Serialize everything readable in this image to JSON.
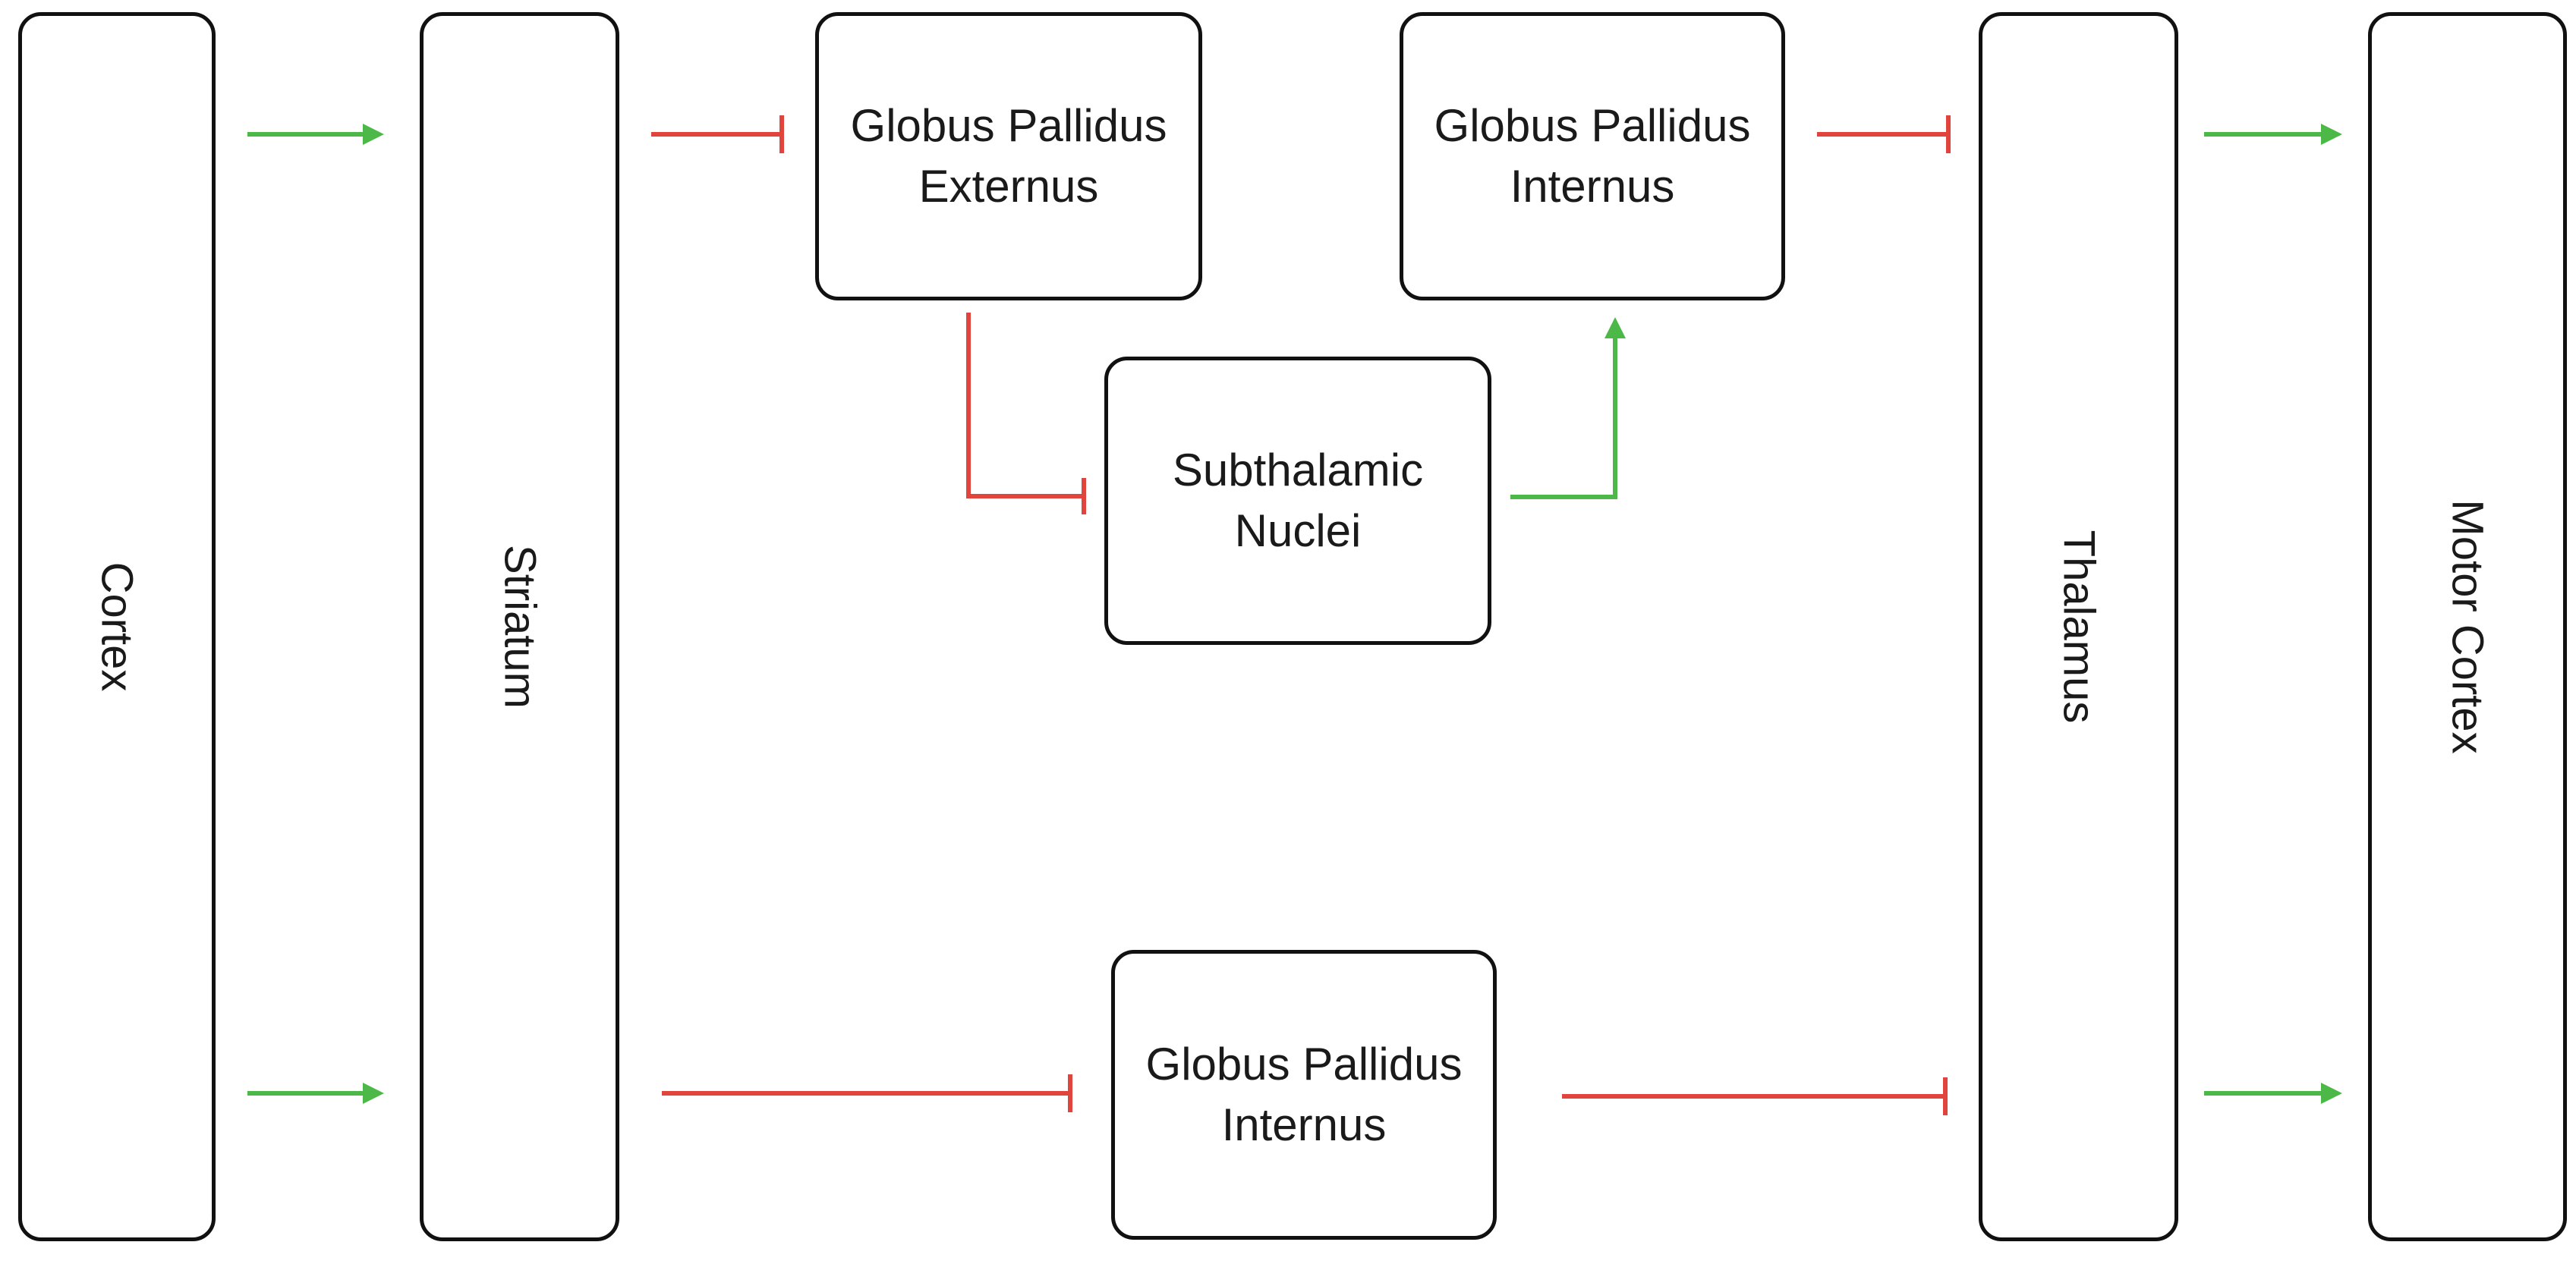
{
  "colors": {
    "excitatory": "#4cb848",
    "inhibitory": "#e0443c",
    "box_border": "#111111"
  },
  "nodes": {
    "cortex": "Cortex",
    "striatum": "Striatum",
    "gpe": {
      "line1": "Globus Pallidus",
      "line2": "Externus"
    },
    "gpi_top": {
      "line1": "Globus Pallidus",
      "line2": "Internus"
    },
    "stn": {
      "line1": "Subthalamic",
      "line2": "Nuclei"
    },
    "gpi_bottom": {
      "line1": "Globus Pallidus",
      "line2": "Internus"
    },
    "thalamus": "Thalamus",
    "motor_cortex": "Motor Cortex"
  },
  "connections": [
    {
      "from": "cortex",
      "to": "striatum",
      "pathway": "indirect",
      "type": "excitatory"
    },
    {
      "from": "striatum",
      "to": "gpe",
      "pathway": "indirect",
      "type": "inhibitory"
    },
    {
      "from": "gpe",
      "to": "stn",
      "pathway": "indirect",
      "type": "inhibitory"
    },
    {
      "from": "stn",
      "to": "gpi_top",
      "pathway": "indirect",
      "type": "excitatory"
    },
    {
      "from": "gpi_top",
      "to": "thalamus",
      "pathway": "indirect",
      "type": "inhibitory"
    },
    {
      "from": "thalamus",
      "to": "motor_cortex",
      "pathway": "indirect",
      "type": "excitatory"
    },
    {
      "from": "cortex",
      "to": "striatum",
      "pathway": "direct",
      "type": "excitatory"
    },
    {
      "from": "striatum",
      "to": "gpi_bottom",
      "pathway": "direct",
      "type": "inhibitory"
    },
    {
      "from": "gpi_bottom",
      "to": "thalamus",
      "pathway": "direct",
      "type": "inhibitory"
    },
    {
      "from": "thalamus",
      "to": "motor_cortex",
      "pathway": "direct",
      "type": "excitatory"
    }
  ]
}
